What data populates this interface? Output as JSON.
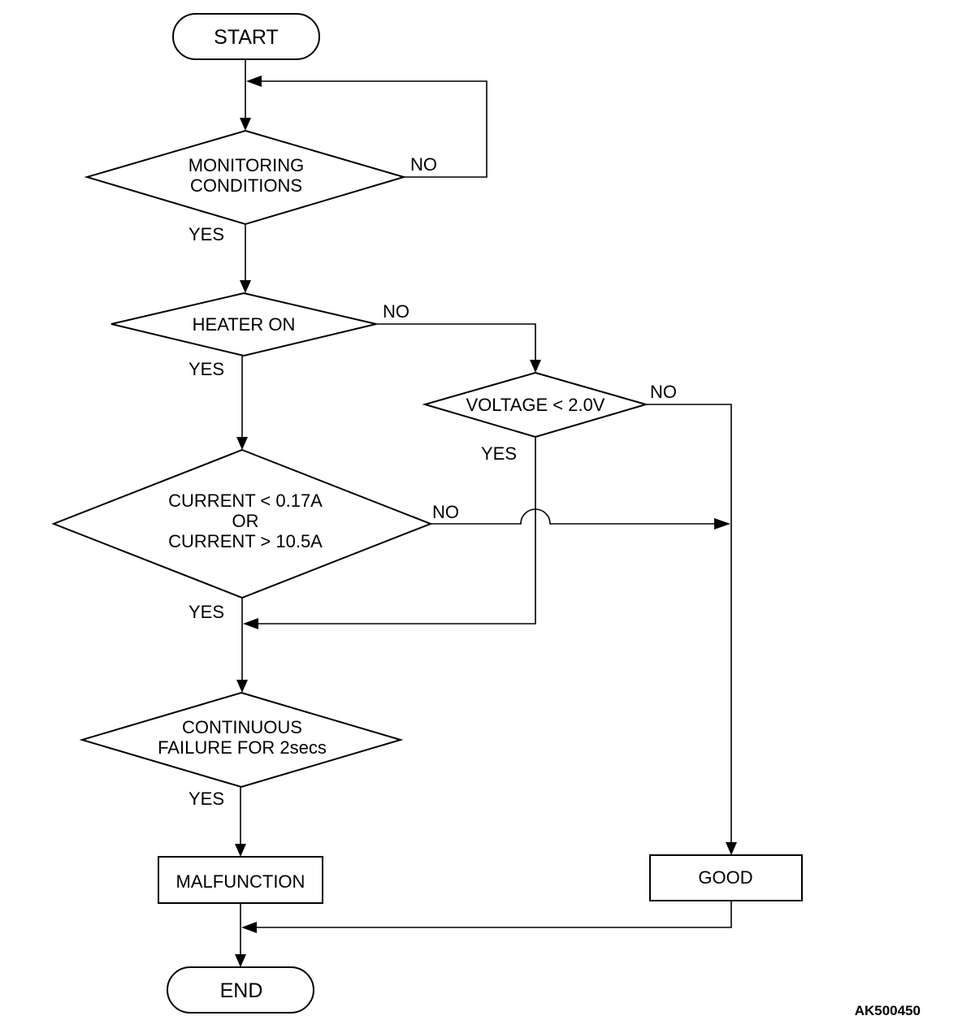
{
  "nodes": {
    "start": "START",
    "monitoring": [
      "MONITORING",
      "CONDITIONS"
    ],
    "heater": "HEATER ON",
    "voltage": "VOLTAGE < 2.0V",
    "current": [
      "CURRENT < 0.17A",
      "OR",
      "CURRENT > 10.5A"
    ],
    "continuous": [
      "CONTINUOUS",
      "FAILURE FOR 2secs"
    ],
    "malfunction": "MALFUNCTION",
    "good": "GOOD",
    "end": "END"
  },
  "edges": {
    "monitoring_no": "NO",
    "monitoring_yes": "YES",
    "heater_no": "NO",
    "heater_yes": "YES",
    "voltage_no": "NO",
    "voltage_yes": "YES",
    "current_no": "NO",
    "current_yes": "YES",
    "continuous_yes": "YES"
  },
  "figure_code": "AK500450"
}
